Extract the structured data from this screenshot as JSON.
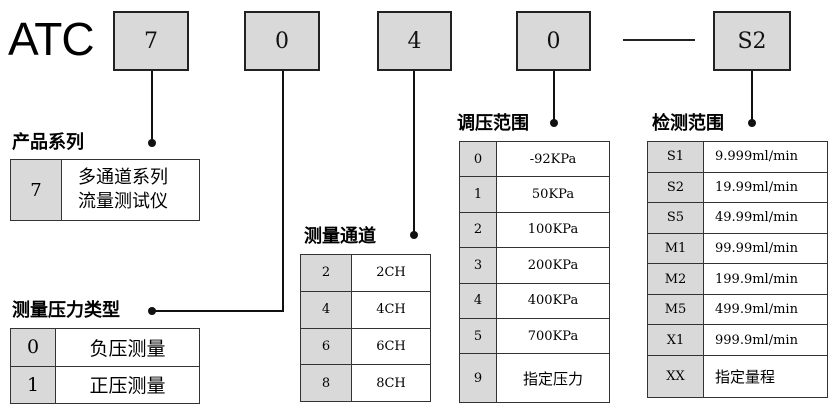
{
  "brand": "ATC",
  "code_boxes": [
    "7",
    "0",
    "4",
    "0",
    "S2"
  ],
  "product_series": {
    "heading": "产品系列",
    "rows": [
      {
        "code": "7",
        "value": "多通道系列 流量测试仪"
      }
    ]
  },
  "pressure_type": {
    "heading": "测量压力类型",
    "rows": [
      {
        "code": "0",
        "value": "负压测量"
      },
      {
        "code": "1",
        "value": "正压测量"
      }
    ]
  },
  "channels": {
    "heading": "测量通道",
    "rows": [
      {
        "code": "2",
        "value": "2CH"
      },
      {
        "code": "4",
        "value": "4CH"
      },
      {
        "code": "6",
        "value": "6CH"
      },
      {
        "code": "8",
        "value": "8CH"
      }
    ]
  },
  "pressure_range": {
    "heading": "调压范围",
    "rows": [
      {
        "code": "0",
        "value": "-92KPa"
      },
      {
        "code": "1",
        "value": "50KPa"
      },
      {
        "code": "2",
        "value": "100KPa"
      },
      {
        "code": "3",
        "value": "200KPa"
      },
      {
        "code": "4",
        "value": "400KPa"
      },
      {
        "code": "5",
        "value": "700KPa"
      },
      {
        "code": "9",
        "value": "指定压力"
      }
    ]
  },
  "detection_range": {
    "heading": "检测范围",
    "rows": [
      {
        "code": "S1",
        "value": "9.999ml/min"
      },
      {
        "code": "S2",
        "value": "19.99ml/min"
      },
      {
        "code": "S5",
        "value": "49.99ml/min"
      },
      {
        "code": "M1",
        "value": "99.99ml/min"
      },
      {
        "code": "M2",
        "value": "199.9ml/min"
      },
      {
        "code": "M5",
        "value": "499.9ml/min"
      },
      {
        "code": "X1",
        "value": "999.9ml/min"
      },
      {
        "code": "XX",
        "value": "指定量程"
      }
    ]
  }
}
